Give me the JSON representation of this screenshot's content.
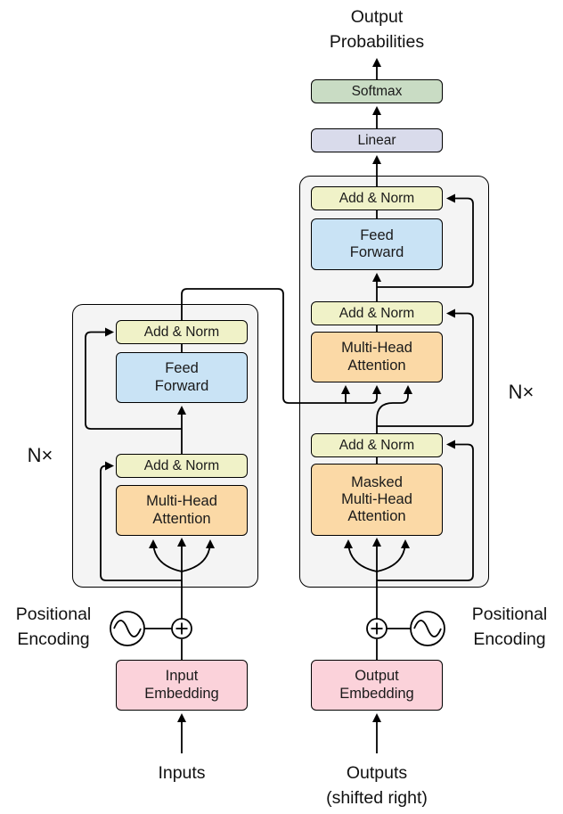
{
  "output_head": {
    "probabilities_label": [
      "Output",
      "Probabilities"
    ],
    "softmax": "Softmax",
    "linear": "Linear"
  },
  "encoder": {
    "repeat_label": "N×",
    "add_norm": "Add & Norm",
    "feed_forward": [
      "Feed",
      "Forward"
    ],
    "attention": [
      "Multi-Head",
      "Attention"
    ],
    "embedding": [
      "Input",
      "Embedding"
    ],
    "inputs_label": "Inputs",
    "positional_encoding": [
      "Positional",
      "Encoding"
    ]
  },
  "decoder": {
    "repeat_label": "N×",
    "add_norm": "Add & Norm",
    "feed_forward": [
      "Feed",
      "Forward"
    ],
    "cross_attention": [
      "Multi-Head",
      "Attention"
    ],
    "masked_attention": [
      "Masked",
      "Multi-Head",
      "Attention"
    ],
    "embedding": [
      "Output",
      "Embedding"
    ],
    "outputs_label": [
      "Outputs",
      "(shifted right)"
    ],
    "positional_encoding": [
      "Positional",
      "Encoding"
    ]
  },
  "colors": {
    "softmax_fill": "#c9dcc4",
    "linear_fill": "#d9dbeb",
    "add_norm_fill": "#f0f2c8",
    "feed_forward_fill": "#c9e3f5",
    "attention_fill": "#fbd9a6",
    "embedding_fill": "#fbd2da",
    "stack_fill": "#f4f4f4",
    "line": "#000000"
  }
}
